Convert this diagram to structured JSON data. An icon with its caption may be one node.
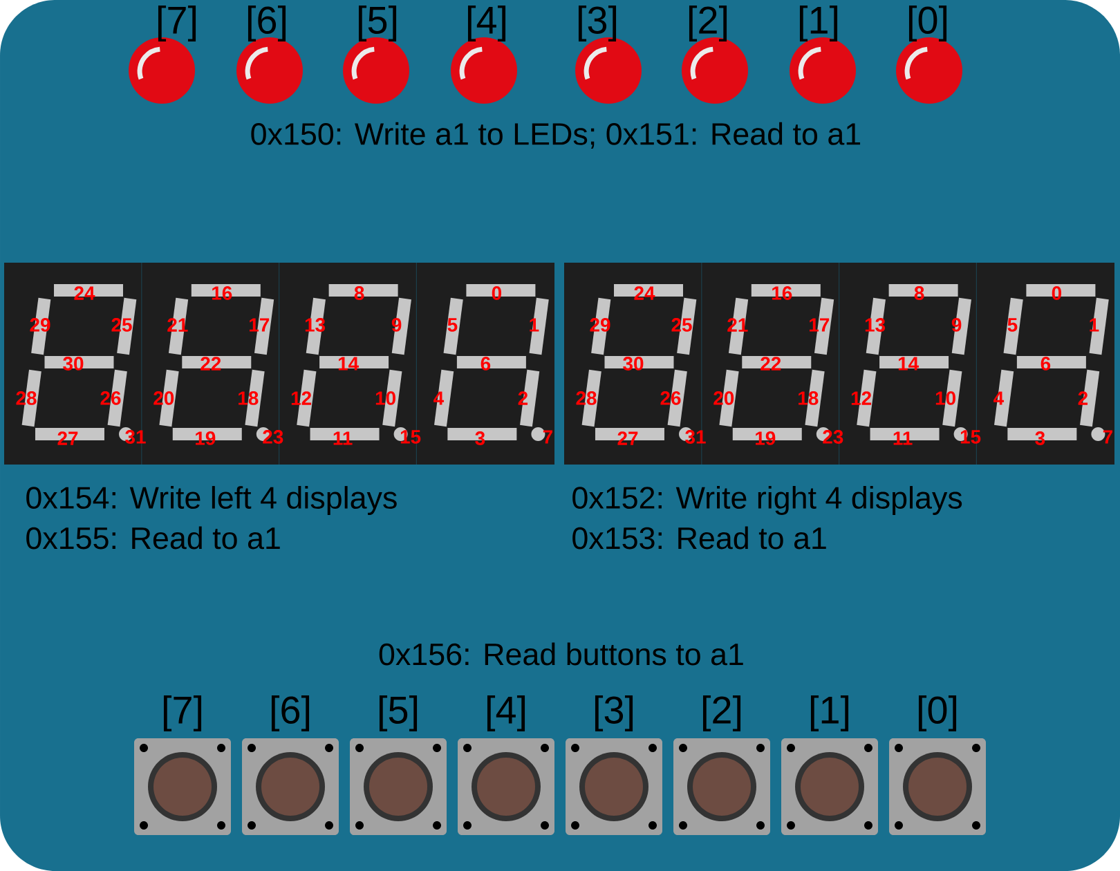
{
  "diagram": {
    "labels": [
      "[7]",
      "[6]",
      "[5]",
      "[4]",
      "[3]",
      "[2]",
      "[1]",
      "[0]",
      "0x150: Write a1 to LEDs; 0x151: Read to a1",
      "24",
      "29",
      "25",
      "30",
      "28",
      "26",
      "27",
      "31",
      "16",
      "21",
      "17",
      "22",
      "20",
      "18",
      "19",
      "23",
      "8",
      "13",
      "9",
      "14",
      "12",
      "10",
      "11",
      "15",
      "0",
      "5",
      "1",
      "6",
      "4",
      "2",
      "3",
      "7",
      "24",
      "29",
      "25",
      "30",
      "28",
      "26",
      "27",
      "31",
      "16",
      "21",
      "17",
      "22",
      "20",
      "18",
      "19",
      "23",
      "8",
      "13",
      "9",
      "14",
      "12",
      "10",
      "11",
      "15",
      "0",
      "5",
      "1",
      "6",
      "4",
      "2",
      "3",
      "7",
      "0x154: Write left 4 displays",
      "0x152: Write right 4 displays",
      "0x155: Read to a1",
      "0x153: Read to a1",
      "0x156: Read buttons to a1",
      "[7]",
      "[6]",
      "[5]",
      "[4]",
      "[3]",
      "[2]",
      "[1]",
      "[0]"
    ]
  }
}
